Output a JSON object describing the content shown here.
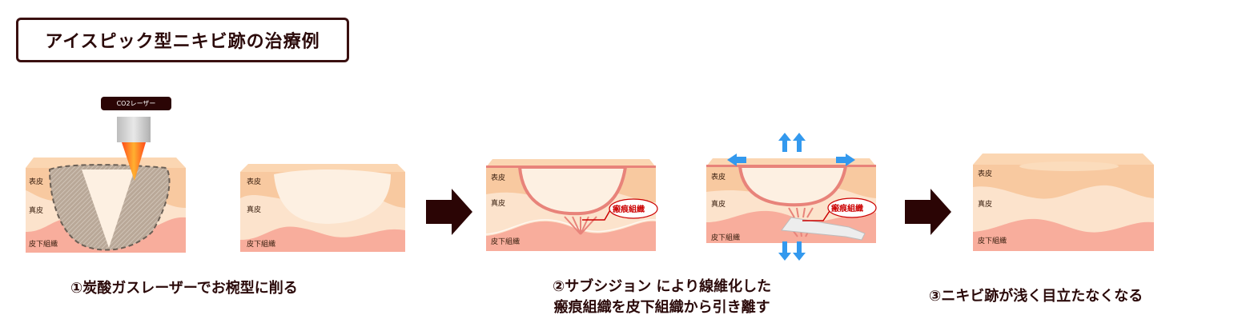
{
  "title": "アイスピック型ニキビ跡の治療例",
  "colors": {
    "epidermis": "#f8c9a0",
    "epidermis_top": "#fbd6b2",
    "dermis": "#fce3cc",
    "subcutis": "#f8ad9c",
    "crater": "#fdf0e2",
    "scar_line": "#e8837a",
    "arrow": "#2b0505",
    "blue_arrow": "#3399ee",
    "scar_label": "#cc0000"
  },
  "layers": {
    "epidermis": "表皮",
    "dermis": "真皮",
    "subcutis": "皮下組織"
  },
  "laser_label": "CO2レーザー",
  "scar_tissue_label": "瘢痕組織",
  "steps": [
    {
      "caption": "①炭酸ガスレーザーでお椀型に削る"
    },
    {
      "caption_line1": "②サブシジョン により線維化した",
      "caption_line2": "瘢痕組織を皮下組織から引き離す"
    },
    {
      "caption": "③ニキビ跡が浅く目立たなくなる"
    }
  ]
}
